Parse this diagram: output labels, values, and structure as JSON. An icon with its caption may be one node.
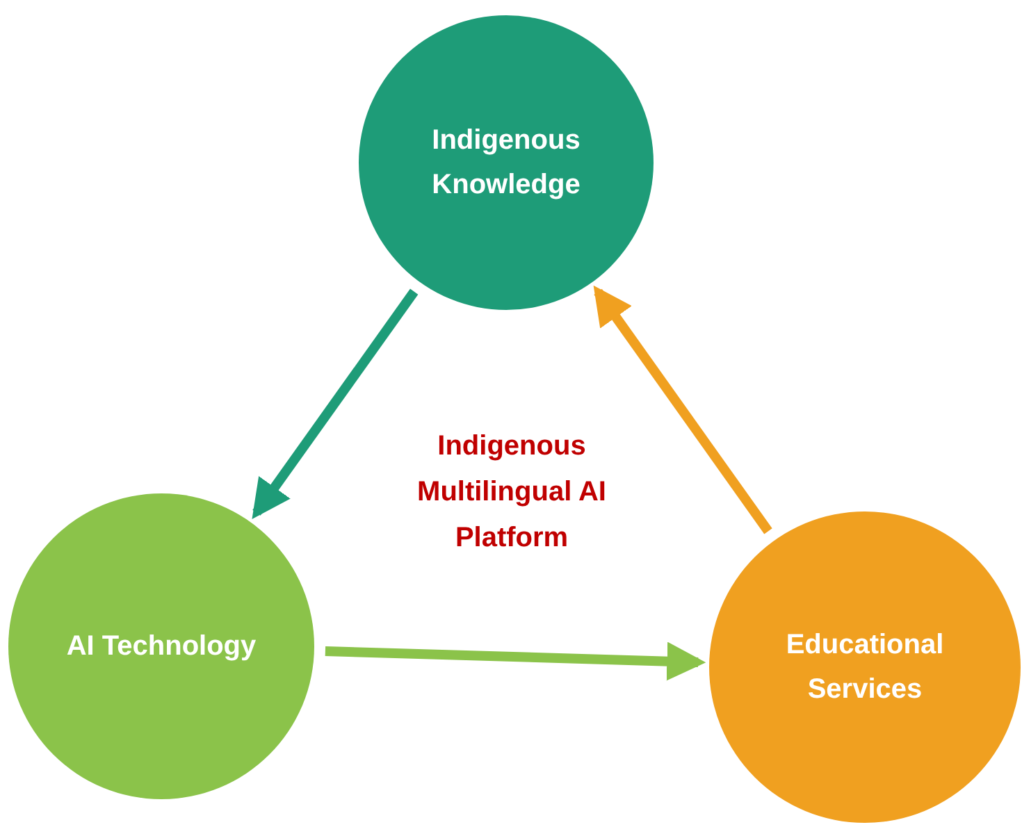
{
  "diagram": {
    "nodes": [
      {
        "text": [
          "Indigenous Knowledge"
        ]
      },
      {
        "text": [
          "AI Technology"
        ]
      },
      {
        "text": [
          "Educational Services"
        ]
      }
    ],
    "edges": [
      {
        "from": 0,
        "to": 1,
        "arrow": "to",
        "color": "#1e9c78"
      },
      {
        "from": 1,
        "to": 2,
        "arrow": "to",
        "color": "#8bc34a"
      },
      {
        "from": 2,
        "to": 0,
        "arrow": "to",
        "color": "#f0a020"
      }
    ],
    "labels": [
      "Indigenous Multilingual AI Platform"
    ]
  }
}
